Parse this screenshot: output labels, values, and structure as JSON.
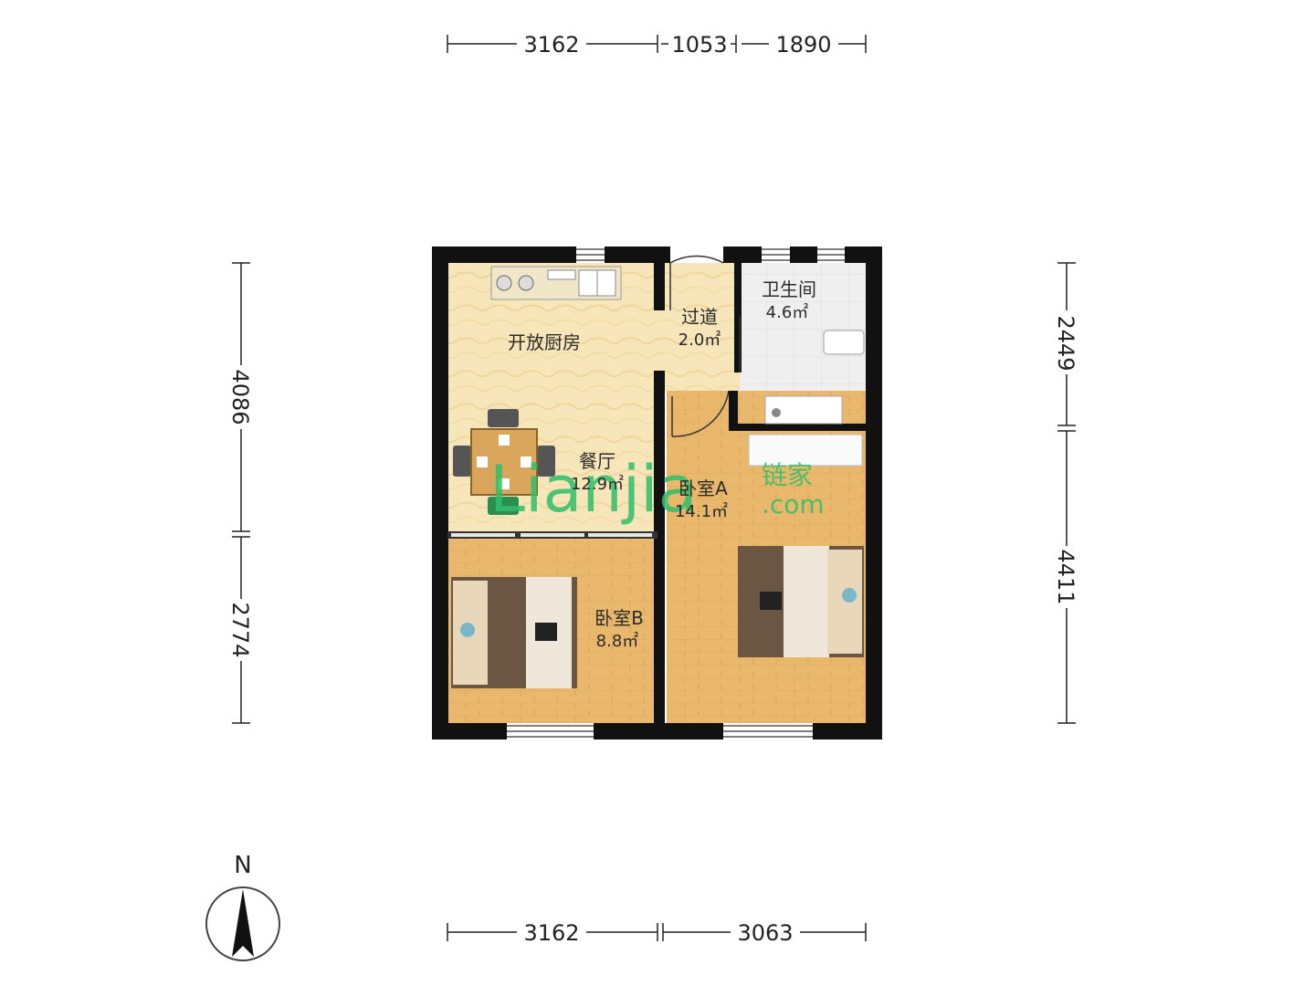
{
  "rooms": {
    "kitchen": {
      "name": "开放厨房"
    },
    "dining": {
      "name": "餐厅",
      "area": "12.9㎡"
    },
    "hall": {
      "name": "过道",
      "area": "2.0㎡"
    },
    "bath": {
      "name": "卫生间",
      "area": "4.6㎡"
    },
    "bedA": {
      "name": "卧室A",
      "area": "14.1㎡"
    },
    "bedB": {
      "name": "卧室B",
      "area": "8.8㎡"
    }
  },
  "dimensions": {
    "top": [
      "3162",
      "1053",
      "1890"
    ],
    "bottom": [
      "3162",
      "3063"
    ],
    "left": [
      "4086",
      "2774"
    ],
    "right": [
      "2449",
      "4411"
    ]
  },
  "compass": {
    "label": "N"
  },
  "watermark": {
    "latin": "Lianjia",
    "cn": "链家",
    "com": ".com"
  },
  "colors": {
    "wall": "#111111",
    "tile_floor": "#f6e3b3",
    "wood_floor": "#e8b568",
    "bath_floor": "#eeeeee",
    "watermark_green": "#2fbf6b"
  }
}
